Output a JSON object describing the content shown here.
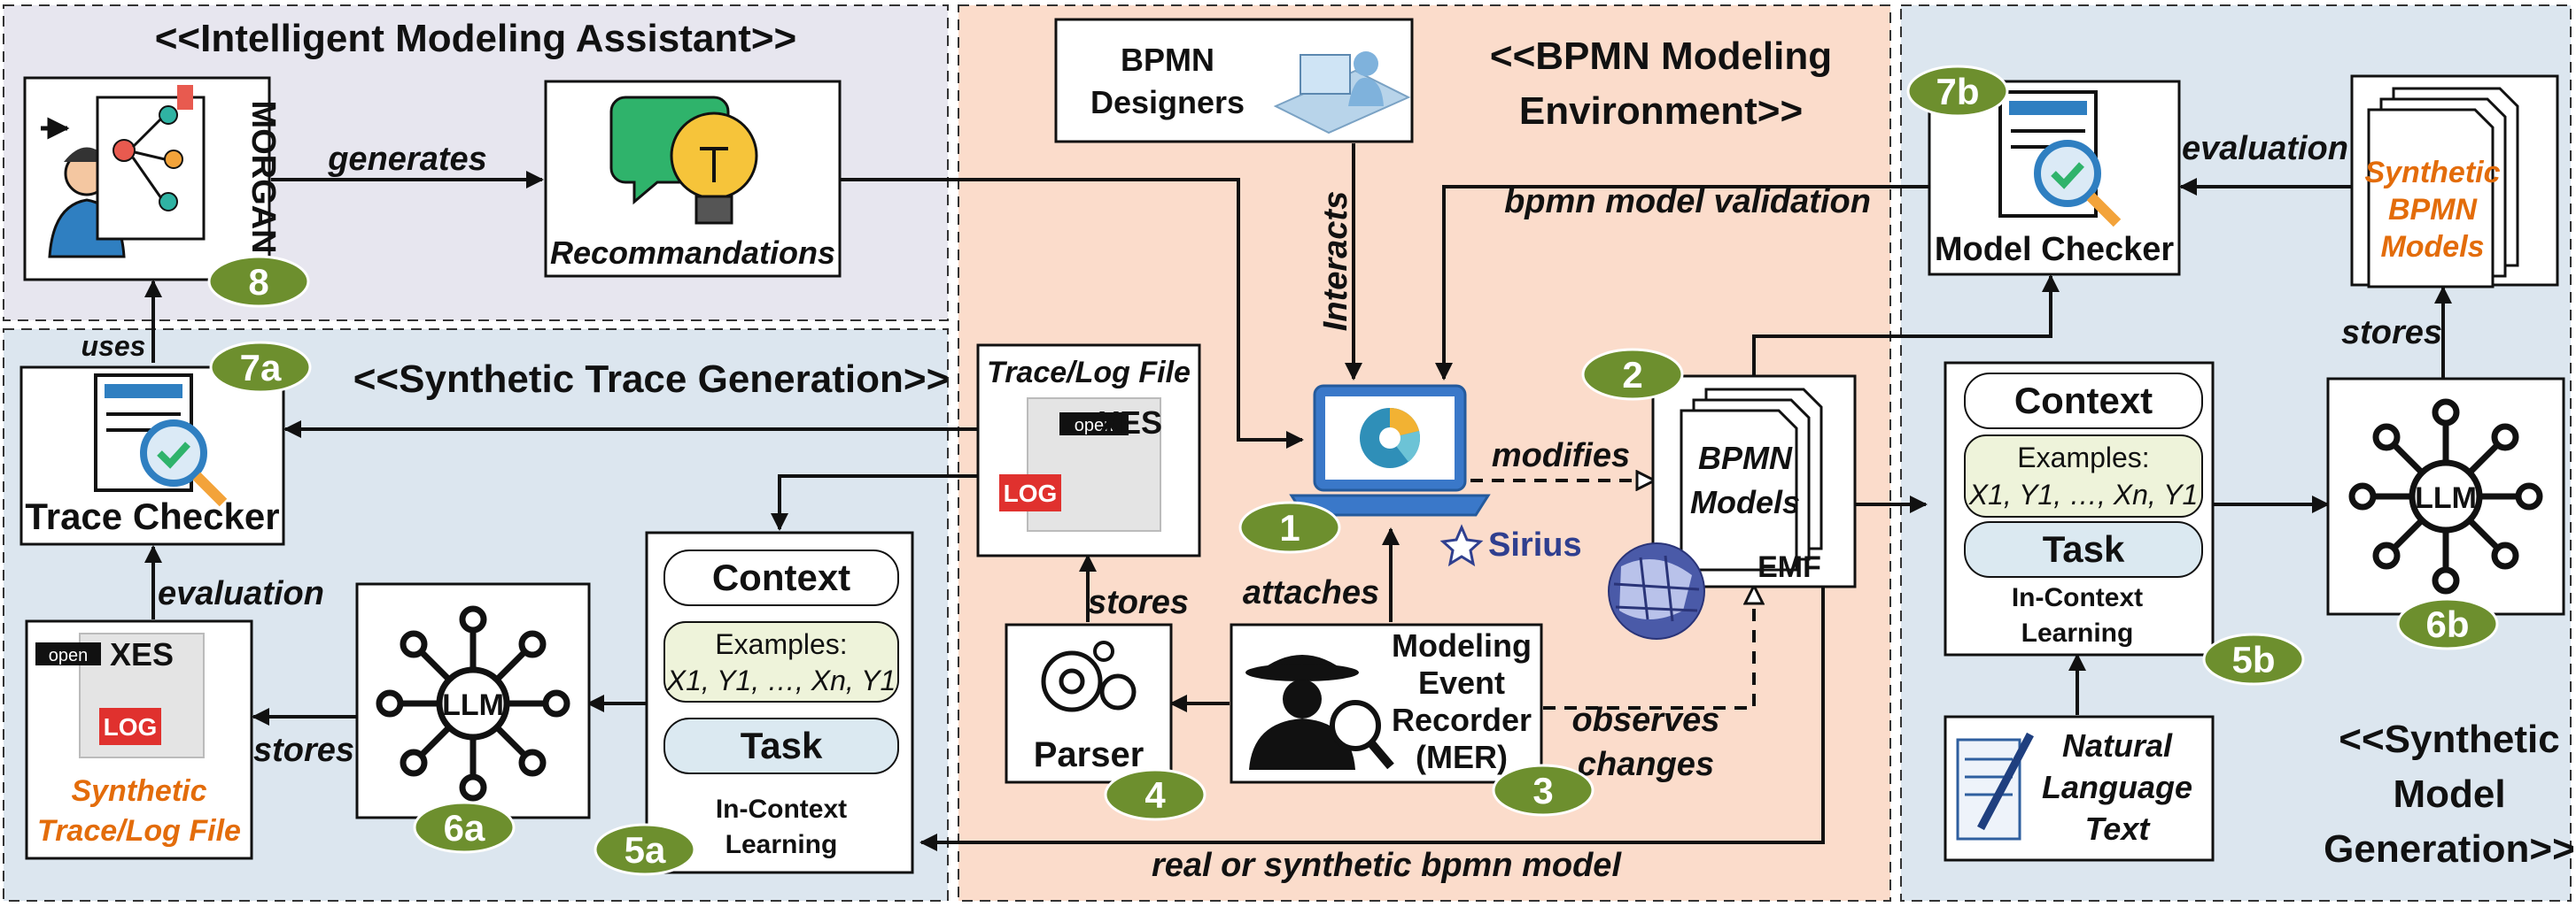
{
  "regions": {
    "assistant_title": "<<Intelligent Modeling Assistant>>",
    "bpmn_env_title_1": "<<BPMN Modeling",
    "bpmn_env_title_2": "Environment>>",
    "synthetic_trace_title": "<<Synthetic Trace Generation>>",
    "synthetic_model_title_1": "<<Synthetic",
    "synthetic_model_title_2": "Model",
    "synthetic_model_title_3": "Generation>>"
  },
  "nodes": {
    "morgan": "MORGAN",
    "recommendations": "Recommandations",
    "bpmn_designers_1": "BPMN",
    "bpmn_designers_2": "Designers",
    "model_checker": "Model Checker",
    "synthetic_bpmn_1": "Synthetic",
    "synthetic_bpmn_2": "BPMN",
    "synthetic_bpmn_3": "Models",
    "trace_log_file": "Trace/Log File",
    "xes_open": "open",
    "xes": "XES",
    "log": "LOG",
    "trace_checker": "Trace Checker",
    "bpmn_models_1": "BPMN",
    "bpmn_models_2": "Models",
    "emf": "EMF",
    "sirius": "Sirius",
    "parser": "Parser",
    "mer_1": "Modeling",
    "mer_2": "Event",
    "mer_3": "Recorder",
    "mer_4": "(MER)",
    "llm": "LLM",
    "synthetic_trace_1": "Synthetic",
    "synthetic_trace_2": "Trace/Log File",
    "natural_language_1": "Natural",
    "natural_language_2": "Language",
    "natural_language_3": "Text"
  },
  "prompt_box": {
    "context": "Context",
    "examples": "Examples:",
    "examples_seq": "X1, Y1, …, Xn, Y1",
    "task": "Task",
    "icl_1": "In-Context",
    "icl_2": "Learning"
  },
  "badges": [
    "1",
    "2",
    "3",
    "4",
    "5a",
    "5b",
    "6a",
    "6b",
    "7a",
    "7b",
    "8"
  ],
  "edges": {
    "generates": "generates",
    "uses": "uses",
    "interacts": "Interacts",
    "validation": "bpmn model validation",
    "evaluation": "evaluation",
    "stores": "stores",
    "modifies": "modifies",
    "attaches": "attaches",
    "observes": "observes",
    "changes": "changes",
    "real_synthetic": "real or synthetic bpmn model"
  },
  "colors": {
    "assistant_bg": "#e7e6ef",
    "bpmn_bg": "#fbdccb",
    "synthetic_bg": "#dce6ef",
    "badge_green": "#6d8f2e",
    "accent_orange": "#e36c0a",
    "examples_bg": "#eef3da",
    "task_bg": "#dbe9f1"
  }
}
